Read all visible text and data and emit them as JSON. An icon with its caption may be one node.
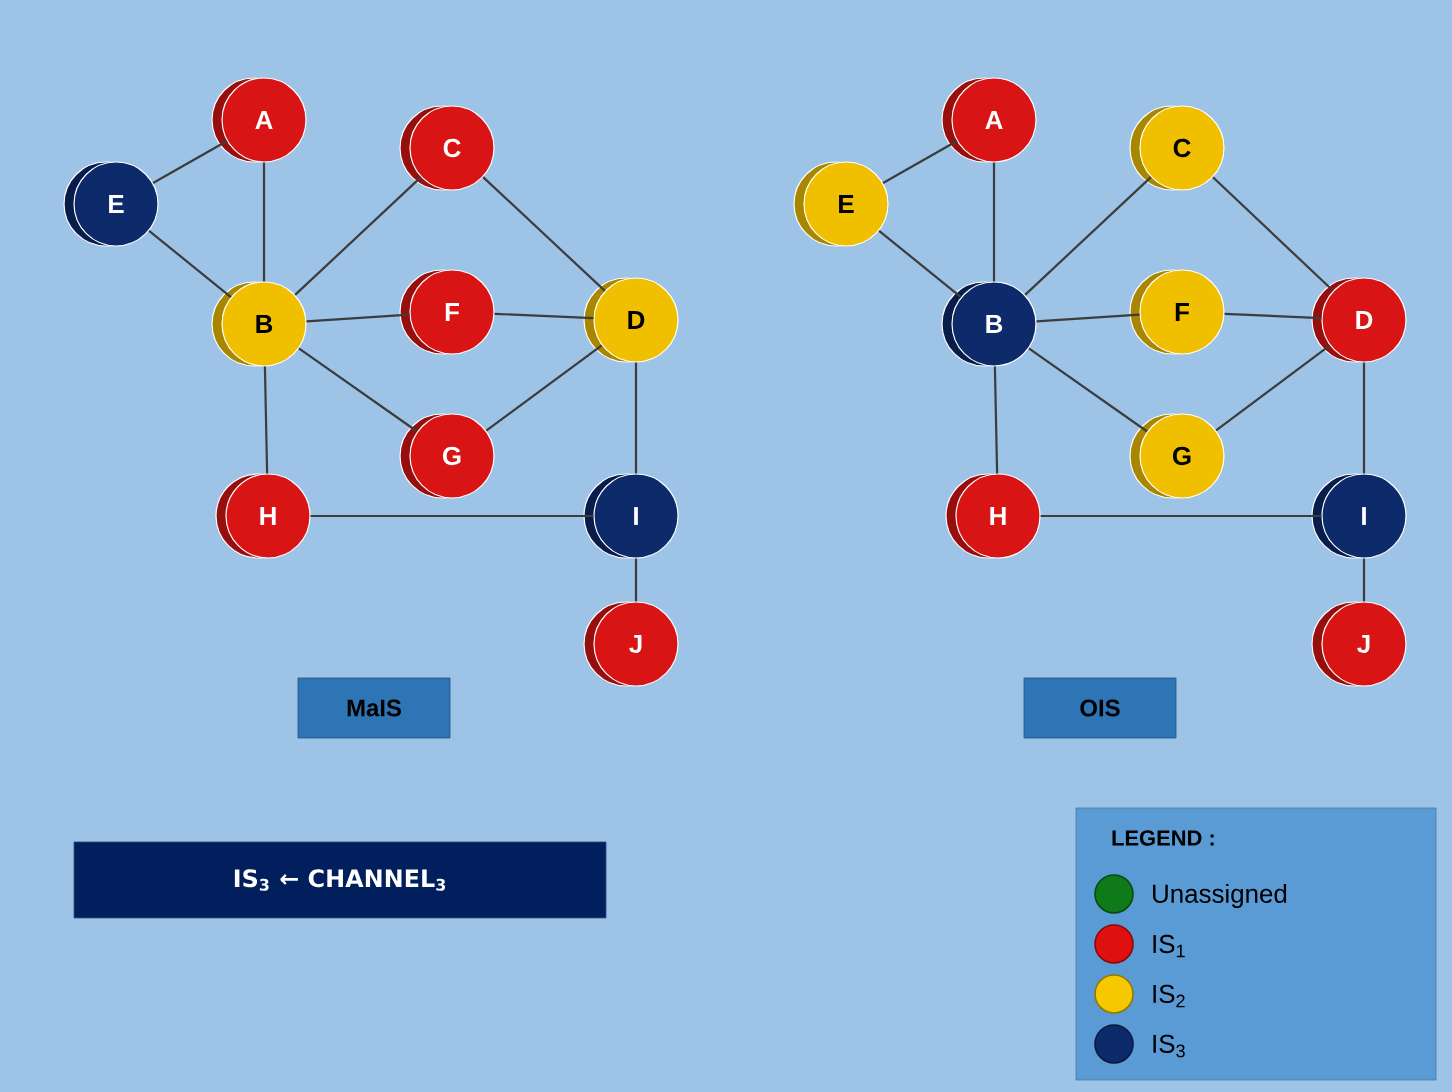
{
  "diagram": {
    "nodes": [
      {
        "text": [
          "A"
        ]
      },
      {
        "text": [
          "B"
        ]
      },
      {
        "text": [
          "C"
        ]
      },
      {
        "text": [
          "D"
        ]
      },
      {
        "text": [
          "E"
        ]
      },
      {
        "text": [
          "F"
        ]
      },
      {
        "text": [
          "G"
        ]
      },
      {
        "text": [
          "H"
        ]
      },
      {
        "text": [
          "I"
        ]
      },
      {
        "text": [
          "J"
        ]
      },
      {
        "text": [
          "A"
        ]
      },
      {
        "text": [
          "B"
        ]
      },
      {
        "text": [
          "C"
        ]
      },
      {
        "text": [
          "D"
        ]
      },
      {
        "text": [
          "E"
        ]
      },
      {
        "text": [
          "F"
        ]
      },
      {
        "text": [
          "G"
        ]
      },
      {
        "text": [
          "H"
        ]
      },
      {
        "text": [
          "I"
        ]
      },
      {
        "text": [
          "J"
        ]
      },
      {
        "text": [
          "MaIS"
        ]
      },
      {
        "text": [
          "OIS"
        ]
      },
      {
        "text": [
          "IS$_{3}$ ← CHANNEL$_{3}$"
        ]
      }
    ],
    "edges": [
      {
        "from": 4,
        "to": 0,
        "arrow": "none"
      },
      {
        "from": 4,
        "to": 1,
        "arrow": "none"
      },
      {
        "from": 0,
        "to": 1,
        "arrow": "none"
      },
      {
        "from": 1,
        "to": 2,
        "arrow": "none"
      },
      {
        "from": 1,
        "to": 5,
        "arrow": "none"
      },
      {
        "from": 1,
        "to": 6,
        "arrow": "none"
      },
      {
        "from": 1,
        "to": 7,
        "arrow": "none"
      },
      {
        "from": 2,
        "to": 3,
        "arrow": "none"
      },
      {
        "from": 5,
        "to": 3,
        "arrow": "none"
      },
      {
        "from": 6,
        "to": 3,
        "arrow": "none"
      },
      {
        "from": 3,
        "to": 8,
        "arrow": "none"
      },
      {
        "from": 7,
        "to": 8,
        "arrow": "none"
      },
      {
        "from": 8,
        "to": 9,
        "arrow": "none"
      },
      {
        "from": 14,
        "to": 10,
        "arrow": "none"
      },
      {
        "from": 14,
        "to": 11,
        "arrow": "none"
      },
      {
        "from": 10,
        "to": 11,
        "arrow": "none"
      },
      {
        "from": 11,
        "to": 12,
        "arrow": "none"
      },
      {
        "from": 11,
        "to": 15,
        "arrow": "none"
      },
      {
        "from": 11,
        "to": 16,
        "arrow": "none"
      },
      {
        "from": 11,
        "to": 17,
        "arrow": "none"
      },
      {
        "from": 12,
        "to": 13,
        "arrow": "none"
      },
      {
        "from": 15,
        "to": 13,
        "arrow": "none"
      },
      {
        "from": 16,
        "to": 13,
        "arrow": "none"
      },
      {
        "from": 13,
        "to": 18,
        "arrow": "none"
      },
      {
        "from": 17,
        "to": 18,
        "arrow": "none"
      },
      {
        "from": 18,
        "to": 19,
        "arrow": "none"
      }
    ],
    "labels": [
      "LEGEND :"
    ],
    "legend": [
      {
        "text": "Unassigned",
        "color": "#0f7a1a"
      },
      {
        "text": "IS$_{1}$",
        "color": "#e01010"
      },
      {
        "text": "IS$_{2}$",
        "color": "#f5c800"
      },
      {
        "text": "IS$_{3}$",
        "color": "#0d2a6b"
      }
    ]
  }
}
